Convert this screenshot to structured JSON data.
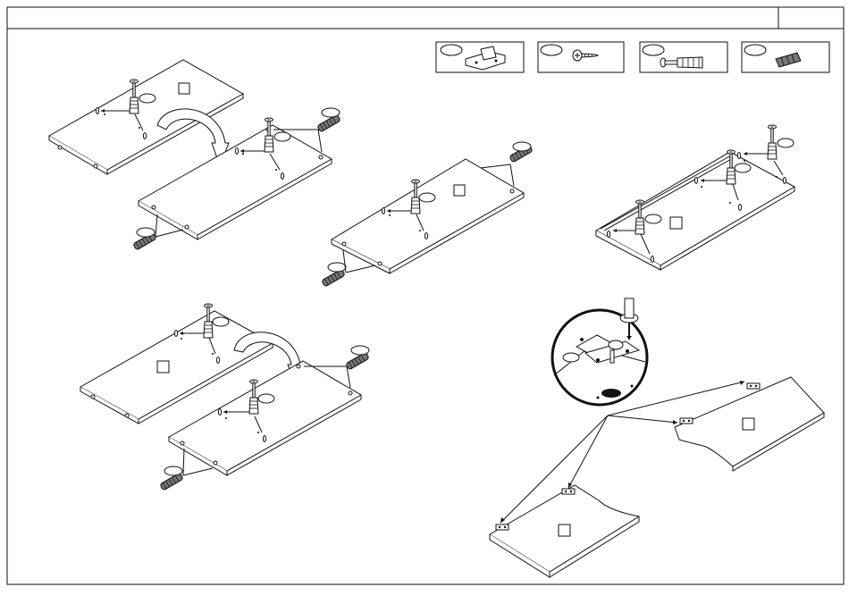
{
  "header": {
    "title": "",
    "step_number": ""
  },
  "parts": [
    {
      "name": "hinge-plate",
      "code": ""
    },
    {
      "name": "screw",
      "code": ""
    },
    {
      "name": "cam-connector-bolt",
      "code": ""
    },
    {
      "name": "wooden-dowel",
      "code": ""
    }
  ],
  "panels": [
    {
      "id": "p1",
      "label": ""
    },
    {
      "id": "p2",
      "label": ""
    },
    {
      "id": "p3",
      "label": ""
    },
    {
      "id": "p4",
      "label": ""
    },
    {
      "id": "p5",
      "label": ""
    },
    {
      "id": "p6",
      "label": ""
    },
    {
      "id": "p7",
      "label": ""
    },
    {
      "id": "p8",
      "label": ""
    }
  ],
  "colors": {
    "line": "#111111",
    "panel_fill": "#ffffff",
    "background": "#ffffff"
  },
  "icons": [
    "flip-arrow-icon",
    "cam-bolt-icon",
    "dowel-icon",
    "hinge-icon",
    "screwdriver-icon",
    "magnifier-icon"
  ]
}
